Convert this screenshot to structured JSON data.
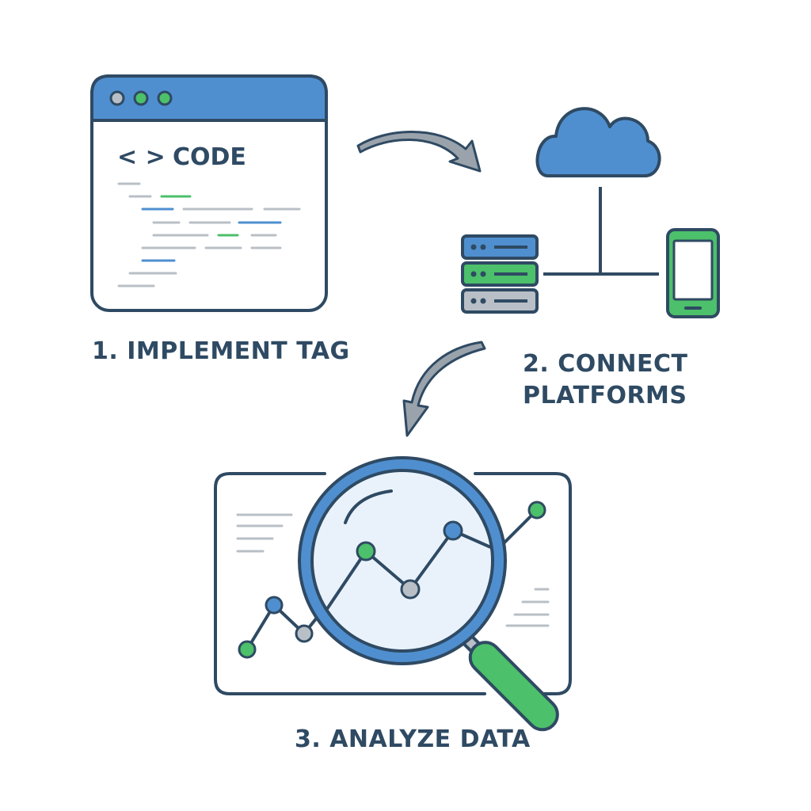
{
  "steps": {
    "step1": {
      "label": "1. IMPLEMENT TAG",
      "window_title": "CODE",
      "symbol": "< >"
    },
    "step2": {
      "label_line1": "2. CONNECT",
      "label_line2": "PLATFORMS"
    },
    "step3": {
      "label": "3. ANALYZE DATA"
    }
  },
  "icons": [
    "code-window-icon",
    "cloud-icon",
    "server-stack-icon",
    "smartphone-icon",
    "dashboard-icon",
    "magnifying-glass-icon",
    "curved-arrow-icon"
  ],
  "colors": {
    "blue": "#4f8fd0",
    "green": "#4cc06a",
    "gray": "#b9bfc6",
    "outline": "#2f4a63",
    "arrow": "#9aa3ab"
  }
}
